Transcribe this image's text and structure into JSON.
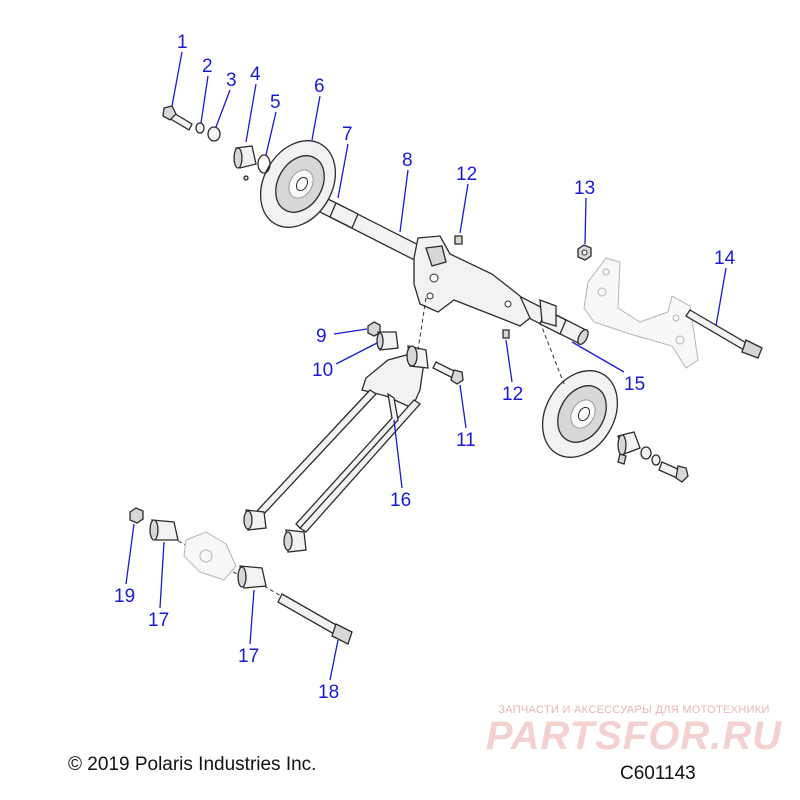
{
  "callouts": [
    {
      "id": "c1",
      "label": "1"
    },
    {
      "id": "c2",
      "label": "2"
    },
    {
      "id": "c3",
      "label": "3"
    },
    {
      "id": "c4",
      "label": "4"
    },
    {
      "id": "c5",
      "label": "5"
    },
    {
      "id": "c6",
      "label": "6"
    },
    {
      "id": "c7",
      "label": "7"
    },
    {
      "id": "c8",
      "label": "8"
    },
    {
      "id": "c9",
      "label": "9"
    },
    {
      "id": "c10",
      "label": "10"
    },
    {
      "id": "c11",
      "label": "11"
    },
    {
      "id": "c12a",
      "label": "12"
    },
    {
      "id": "c12b",
      "label": "12"
    },
    {
      "id": "c13",
      "label": "13"
    },
    {
      "id": "c14",
      "label": "14"
    },
    {
      "id": "c15",
      "label": "15"
    },
    {
      "id": "c16",
      "label": "16"
    },
    {
      "id": "c17a",
      "label": "17"
    },
    {
      "id": "c17b",
      "label": "17"
    },
    {
      "id": "c18",
      "label": "18"
    },
    {
      "id": "c19",
      "label": "19"
    }
  ],
  "copyright": "© 2019 Polaris Industries Inc.",
  "drawing_id": "C601143",
  "watermark": {
    "tagline": "ЗАПЧАСТИ И АКСЕССУАРЫ ДЛЯ МОТОТЕХНИКИ",
    "brand": "PARTSFOR.RU"
  },
  "colors": {
    "callout_blue": "#1a1ad6",
    "line_art": "#2b2b2b",
    "watermark_red": "#e9b7b7"
  }
}
